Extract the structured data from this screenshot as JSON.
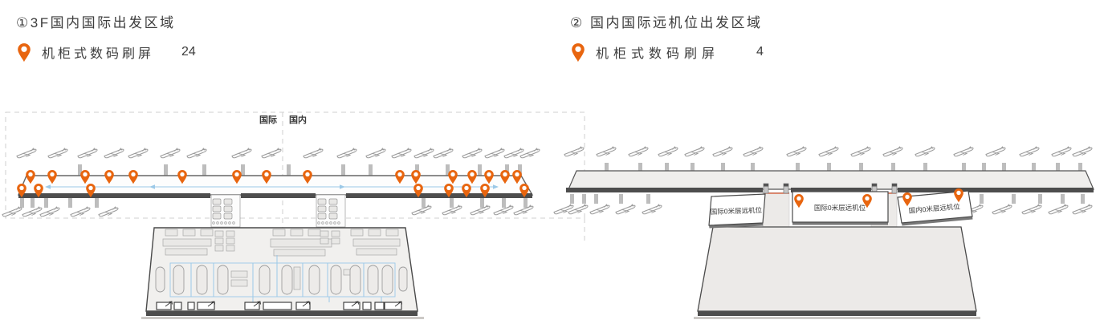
{
  "left_section": {
    "title": "①3F国内国际出发区域",
    "legend_label": "机柜式数码刷屏",
    "legend_count": "24",
    "zone_international": "国际",
    "zone_domestic": "国内"
  },
  "right_section": {
    "title": "② 国内国际远机位出发区域",
    "legend_label": "机柜式数码刷屏",
    "legend_count": "4",
    "stands": {
      "box1": "国际0米层远机位",
      "box2": "国际0米层远机位",
      "box3": "国内0米层远机位"
    }
  },
  "icons": {
    "pin": "location-pin-icon",
    "plane": "airplane-icon"
  },
  "colors": {
    "pin": "#E8650F",
    "flow_line": "#9CC9E8",
    "connector_red": "#D4502A",
    "text": "#3D3D3D",
    "dark_edge": "#4D4D4D"
  }
}
